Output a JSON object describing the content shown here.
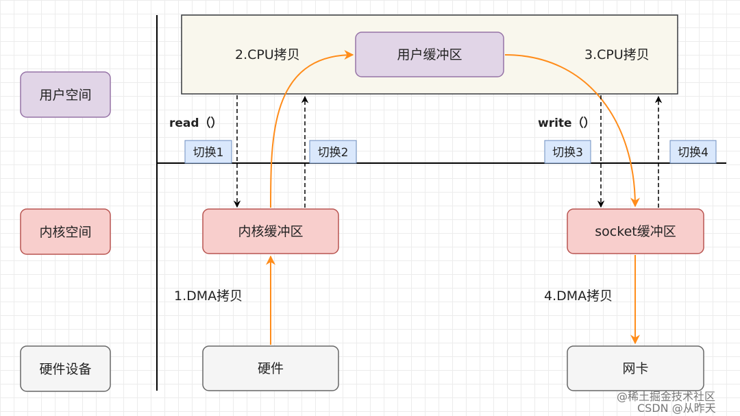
{
  "left_labels": {
    "user_space": "用户空间",
    "kernel_space": "内核空间",
    "hardware_device": "硬件设备"
  },
  "boxes": {
    "user_buffer": "用户缓冲区",
    "kernel_buffer": "内核缓冲区",
    "socket_buffer": "socket缓冲区",
    "hardware": "硬件",
    "nic": "网卡"
  },
  "copies": {
    "dma_copy_1": "1.DMA拷贝",
    "cpu_copy_2": "2.CPU拷贝",
    "cpu_copy_3": "3.CPU拷贝",
    "dma_copy_4": "4.DMA拷贝"
  },
  "calls": {
    "read": "read（）",
    "write": "write（）"
  },
  "switches": {
    "s1": "切换1",
    "s2": "切换2",
    "s3": "切换3",
    "s4": "切换4"
  },
  "watermark": {
    "line1": "@稀土掘金技术社区",
    "line2": "CSDN @从昨天"
  },
  "colors": {
    "user_fill": "#e1d5e7",
    "user_stroke": "#9673a6",
    "kernel_fill": "#f8cecc",
    "kernel_stroke": "#b85450",
    "hardware_fill": "#f5f5f5",
    "hardware_stroke": "#666666",
    "user_area_fill": "#f9f7ed",
    "switch_fill": "#dae8fc",
    "switch_stroke": "#6c8ebf",
    "data_arrow": "#ff8c1a"
  }
}
